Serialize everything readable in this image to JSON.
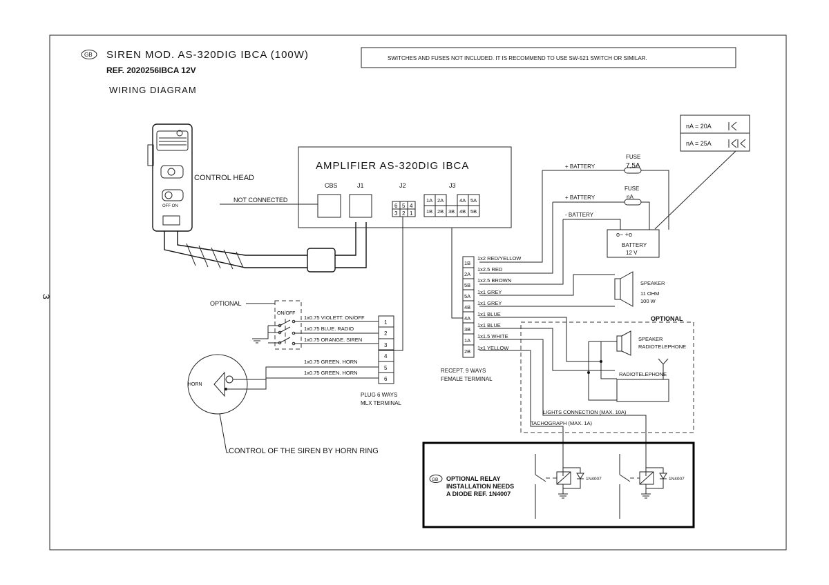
{
  "header": {
    "lang_badge": "GB",
    "title": "SIREN MOD. AS-320DIG IBCA (100W)",
    "ref": "REF. 2020256IBCA 12V",
    "subtitle": "WIRING DIAGRAM",
    "notice": "SWITCHES AND FUSES NOT INCLUDED. IT IS RECOMMEND TO USE SW-521 SWITCH OR SIMILAR."
  },
  "page_number": "3",
  "control_head": {
    "label": "CONTROL HEAD",
    "off_on": "OFF ON",
    "not_connected": "NOT CONNECTED"
  },
  "amplifier": {
    "title": "AMPLIFIER AS-320DIG IBCA",
    "cbs": "CBS",
    "j1": "J1",
    "j2": "J2",
    "j3": "J3",
    "j2_pins": [
      "6",
      "5",
      "4",
      "3",
      "2",
      "1"
    ],
    "j3_pins": [
      "1A",
      "2A",
      "4A",
      "5A",
      "1B",
      "2B",
      "3B",
      "4B",
      "5B"
    ]
  },
  "fuse_table": {
    "row1": "nA = 20A",
    "row2": "nA = 25A"
  },
  "fuses": {
    "fuse1_label": "FUSE",
    "fuse1_value": "7,5A",
    "fuse2_label": "FUSE",
    "fuse2_value": "nA"
  },
  "battery": {
    "plus1": "+ BATTERY",
    "plus2": "+ BATTERY",
    "minus": "- BATTERY",
    "label": "BATTERY",
    "voltage": "12 V",
    "terminals": "o−      +o"
  },
  "recept": {
    "pins": [
      "1B",
      "2A",
      "5B",
      "5A",
      "4B",
      "4A",
      "3B",
      "1A",
      "2B"
    ],
    "wires": [
      "1x2 RED/YELLOW",
      "1x2.5 RED",
      "1x2.5 BROWN",
      "1x1 GREY",
      "1x1 GREY",
      "1x1 BLUE",
      "1x1 BLUE",
      "1x1.5 WHITE",
      "1x1 YELLOW"
    ],
    "label1": "RECEPT. 9 WAYS",
    "label2": "FEMALE TERMINAL"
  },
  "speaker": {
    "label": "SPEAKER",
    "ohm": "11 OHM",
    "watt": "100 W"
  },
  "optional_box": {
    "title": "OPTIONAL",
    "speaker1": "SPEAKER",
    "speaker2": "RADIOTELEPHONE",
    "radio": "RADIOTELEPHONE",
    "lights": "LIGHTS CONNECTION (MAX. 10A)",
    "tacho": "TACHOGRAPH (MAX. 1A)"
  },
  "switches": {
    "optional": "OPTIONAL",
    "onoff": "ON/OFF",
    "wires": [
      "1x0.75 VIOLETT. ON/OFF",
      "1x0.75 BLUE. RADIO",
      "1x0.75 ORANGE. SIREN",
      "1x0.75 GREEN. HORN",
      "1x0.75 GREEN. HORN"
    ]
  },
  "plug": {
    "pins": [
      "1",
      "2",
      "3",
      "4",
      "5",
      "6"
    ],
    "label1": "PLUG 6 WAYS",
    "label2": "MLX TERMINAL"
  },
  "horn": {
    "label": "HORN",
    "control": "CONTROL OF THE SIREN BY HORN RING"
  },
  "relay": {
    "badge": "GB",
    "line1": "OPTIONAL RELAY",
    "line2": "INSTALLATION NEEDS",
    "line3": "A DIODE REF. 1N4007",
    "diode1": "1N4007",
    "diode2": "1N4007"
  }
}
